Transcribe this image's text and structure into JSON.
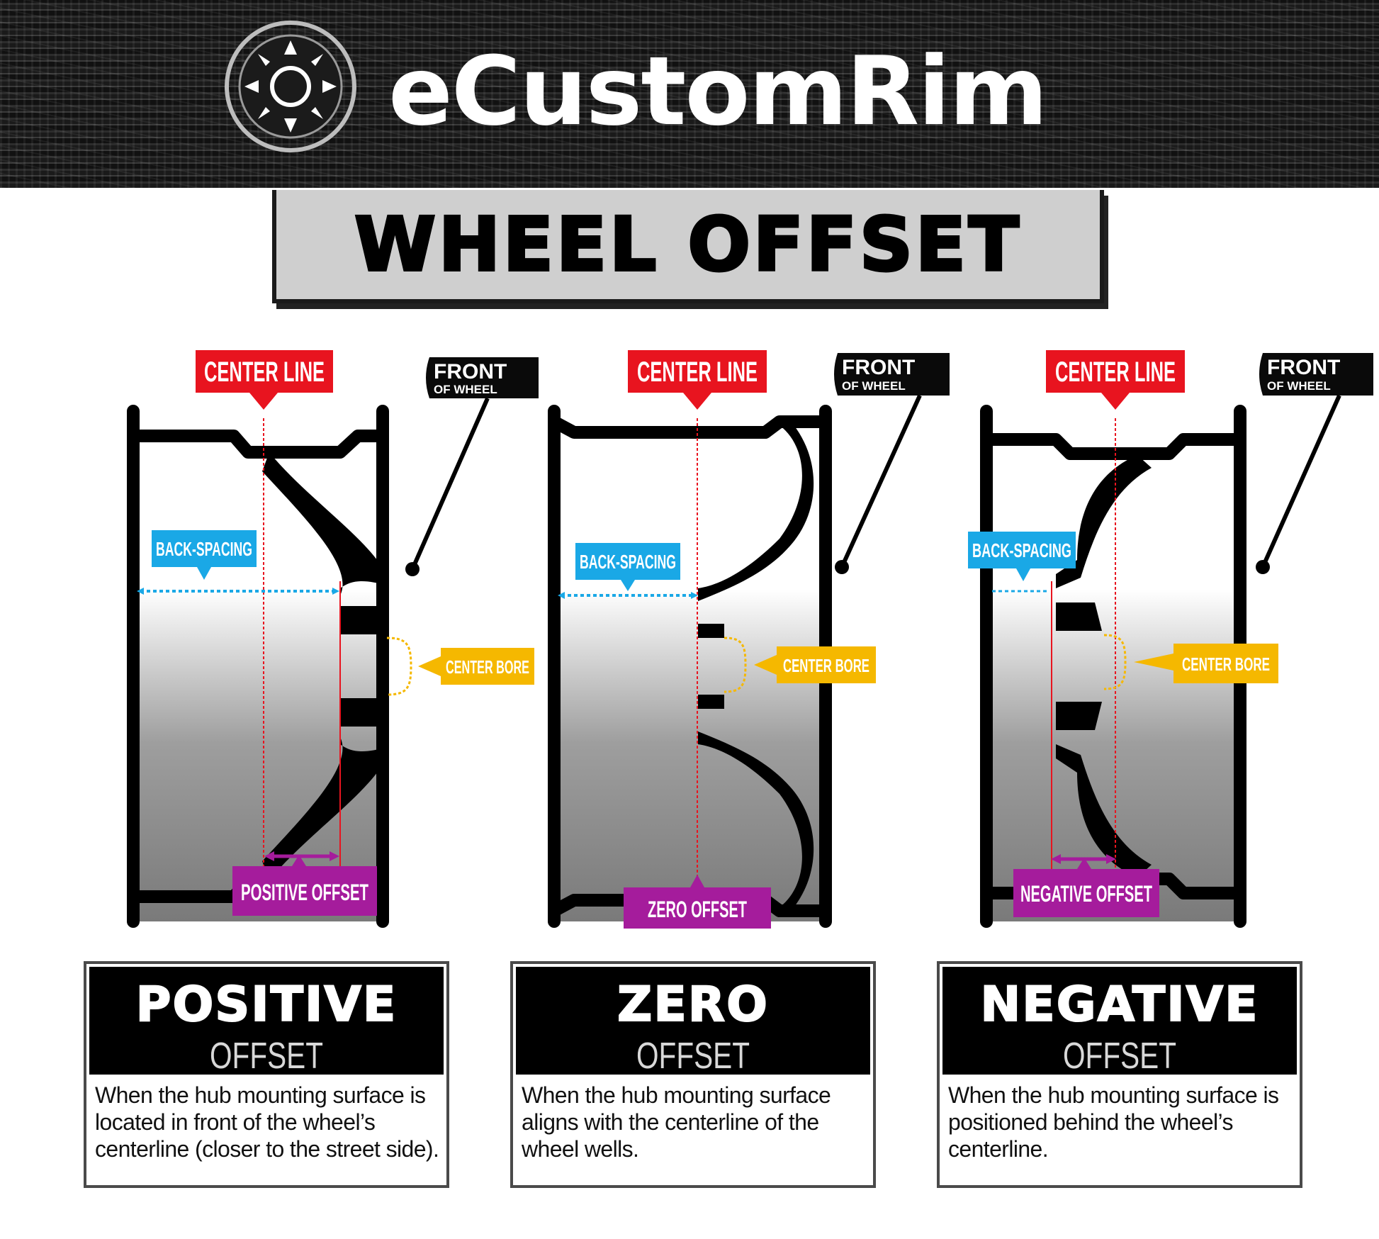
{
  "brand": {
    "name": "eCustomRim"
  },
  "title": "WHEEL OFFSET",
  "colors": {
    "center_line": "#e8141f",
    "back_spacing": "#1aa8e6",
    "center_bore": "#f5b800",
    "offset": "#a51c9c",
    "front": "#0a0a0a"
  },
  "wheels": [
    {
      "center_line": "CENTER LINE",
      "front_title": "FRONT",
      "front_sub": "OF WHEEL",
      "back_spacing": "BACK-SPACING",
      "center_bore": "CENTER BORE",
      "offset_label": "POSITIVE OFFSET"
    },
    {
      "center_line": "CENTER LINE",
      "front_title": "FRONT",
      "front_sub": "OF WHEEL",
      "back_spacing": "BACK-SPACING",
      "center_bore": "CENTER BORE",
      "offset_label": "ZERO OFFSET"
    },
    {
      "center_line": "CENTER LINE",
      "front_title": "FRONT",
      "front_sub": "OF WHEEL",
      "back_spacing": "BACK-SPACING",
      "center_bore": "CENTER BORE",
      "offset_label": "NEGATIVE OFFSET"
    }
  ],
  "cards": [
    {
      "title": "POSITIVE",
      "subtitle": "OFFSET",
      "text": "When the hub mounting surface is located in front of the wheel’s centerline (closer to the street side)."
    },
    {
      "title": "ZERO",
      "subtitle": "OFFSET",
      "text": "When the hub mounting surface aligns with the centerline of the wheel wells."
    },
    {
      "title": "NEGATIVE",
      "subtitle": "OFFSET",
      "text": "When the hub mounting surface is positioned behind the wheel’s centerline."
    }
  ]
}
